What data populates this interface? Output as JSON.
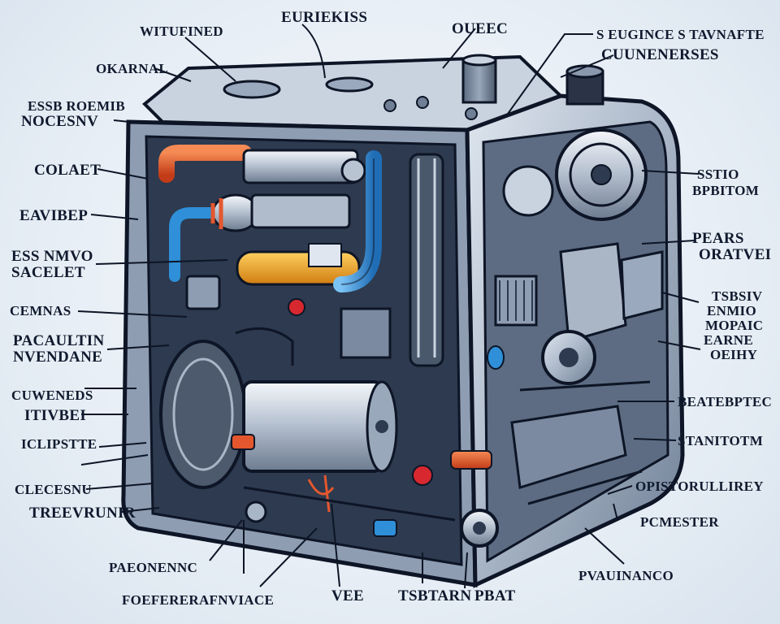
{
  "labels": {
    "top_left_1": "WITUFINED",
    "top_center": "EURIEKISS",
    "top_center_right": "OUEEC",
    "top_right_1": "S EUGINCE S TAVNAFTE",
    "top_right_2": "CUUNENERSES",
    "left_1": "OKARNAL",
    "left_2a": "ESSB ROEMIB",
    "left_2b": "NOCESNV",
    "left_3": "COLAET",
    "left_4": "EAVIBEP",
    "left_5a": "ESS NMVO",
    "left_5b": "SACELET",
    "left_6": "CEMNAS",
    "left_7a": "PACAULTIN",
    "left_7b": "NVENDANE",
    "left_8": "CUWENEDS",
    "left_9": "ITIVBEI",
    "left_10": "ICLIPSTTE",
    "left_11": "CLECESNU",
    "left_12": "TREEVRUNIR",
    "right_1a": "SSTIO",
    "right_1b": "BPBITOM",
    "right_2a": "PEARS",
    "right_2b": "ORATVEI",
    "right_3a": "TSBSIV",
    "right_3b": "ENMIO",
    "right_3c": "MOPAIC",
    "right_3d": "EARNE",
    "right_3e": "OEIHY",
    "right_4": "BEATEBPTEC",
    "right_5": "STANITOTM",
    "right_6": "OPISTORULLIREY",
    "right_7": "PCMESTER",
    "right_8": "PVAUINANCO",
    "bottom_1": "PAEONENNC",
    "bottom_2": "FOEFERERAFNVIACE",
    "bottom_3": "VEE",
    "bottom_4": "TSBTARN",
    "bottom_5": "PBAT"
  },
  "colors": {
    "background": "#e7eef5",
    "housing": "#9aa9bd",
    "outline": "#0d1526",
    "hose_orange": "#e4572e",
    "hose_blue": "#2f8fd8",
    "cylinder_yellow": "#f0a020",
    "accent_red": "#d8282f"
  }
}
